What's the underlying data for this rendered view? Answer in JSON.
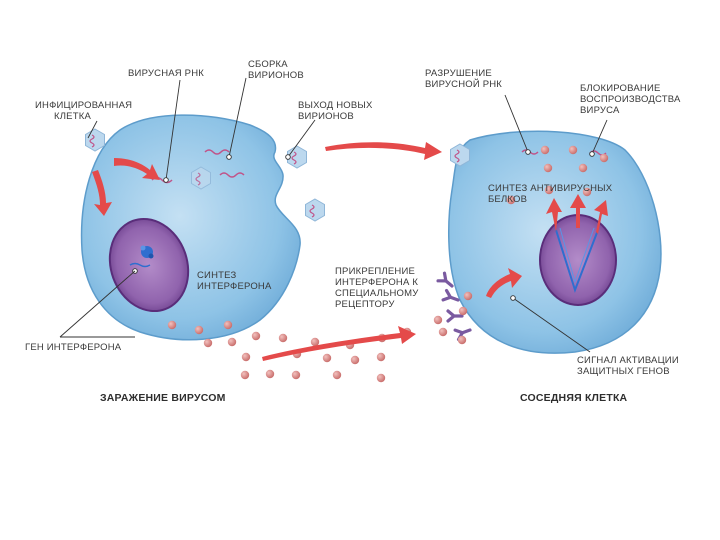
{
  "labels": {
    "viral_rna": "ВИРУСНАЯ РНК",
    "virion_assembly": [
      "СБОРКА",
      "ВИРИОНОВ"
    ],
    "infected_cell": [
      "ИНФИЦИРОВАННАЯ",
      "КЛЕТКА"
    ],
    "new_virions_exit": [
      "ВЫХОД НОВЫХ",
      "ВИРИОНОВ"
    ],
    "interferon_synthesis": [
      "СИНТЕЗ",
      "ИНТЕРФЕРОНА"
    ],
    "interferon_gene": "ГЕН ИНТЕРФЕРОНА",
    "rna_destruction": [
      "РАЗРУШЕНИЕ",
      "ВИРУСНОЙ РНК"
    ],
    "replication_block": [
      "БЛОКИРОВАНИЕ",
      "ВОСПРОИЗВОДСТВА",
      "ВИРУСА"
    ],
    "antiviral_synthesis": [
      "СИНТЕЗ АНТИВИРУСНЫХ",
      "БЕЛКОВ"
    ],
    "receptor_binding": [
      "ПРИКРЕПЛЕНИЕ",
      "ИНТЕРФЕРОНА К",
      "СПЕЦИАЛЬНОМУ",
      "РЕЦЕПТОРУ"
    ],
    "activation_signal": [
      "СИГНАЛ АКТИВАЦИИ",
      "ЗАЩИТНЫХ ГЕНОВ"
    ]
  },
  "captions": {
    "left": "ЗАРАЖЕНИЕ ВИРУСОМ",
    "right": "СОСЕДНЯЯ КЛЕТКА"
  },
  "colors": {
    "cell_fill": "#8ec3e6",
    "cell_edge": "#5d9ccb",
    "nucleus": "#8a5aa8",
    "virion": "#bcd8ee",
    "interferon": "#d88a88",
    "arrow": "#e44a4a",
    "receptor": "#7a5aa0"
  }
}
